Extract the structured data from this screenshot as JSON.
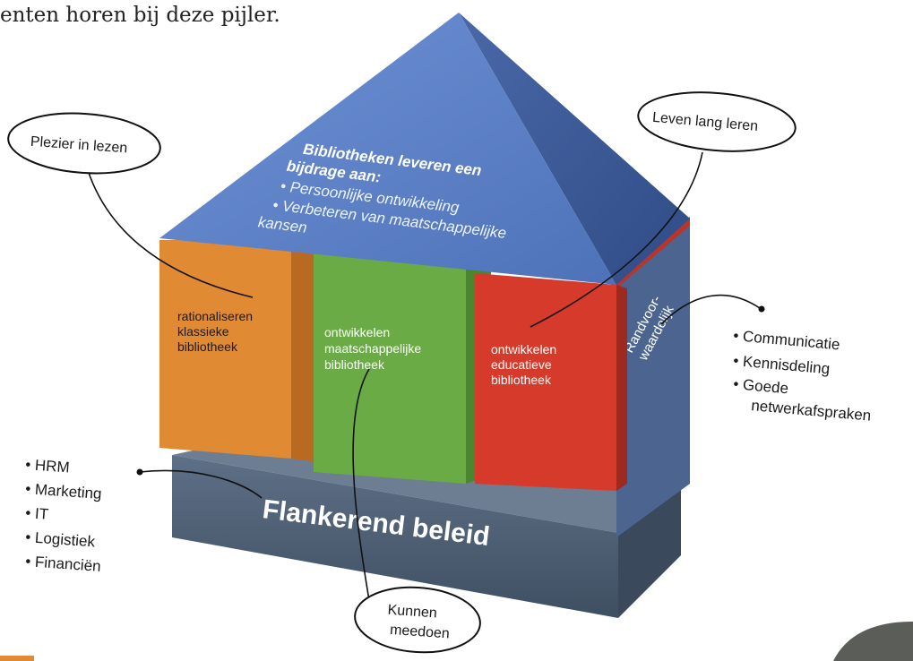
{
  "intro_text": "enten horen bij deze pijler.",
  "roof": {
    "heading_line1": "Bibliotheken leveren een",
    "heading_line2": "bijdrage aan:",
    "bullet1": "• Persoonlijke ontwikkeling",
    "bullet2_line1": "• Verbeteren van maatschappelijke",
    "bullet2_line2": "kansen"
  },
  "pillars": {
    "orange": [
      "rationaliseren",
      "klassieke",
      "bibliotheek"
    ],
    "green": [
      "ontwikkelen",
      "maatschappelijke",
      "bibliotheek"
    ],
    "red": [
      "ontwikkelen",
      "educatieve",
      "bibliotheek"
    ]
  },
  "side_label": [
    "Randvoor-",
    "waardelijk"
  ],
  "base_label": "Flankerend beleid",
  "bubbles": {
    "plezier": "Plezier in lezen",
    "leven": "Leven lang leren",
    "kunnen_line1": "Kunnen",
    "kunnen_line2": "meedoen"
  },
  "left_list": [
    "• HRM",
    "• Marketing",
    "• IT",
    "• Logistiek",
    "• Financiën"
  ],
  "right_list": [
    "• Communicatie",
    "• Kennisdeling",
    "• Goede",
    "netwerkafspraken"
  ],
  "colors": {
    "roof_front": "#5b7fc4",
    "roof_side": "#3e5f9e",
    "orange": "#e08a34",
    "green": "#6aab46",
    "red": "#d63a2b",
    "side_wall": "#4c6590",
    "base": "#4f6174"
  }
}
